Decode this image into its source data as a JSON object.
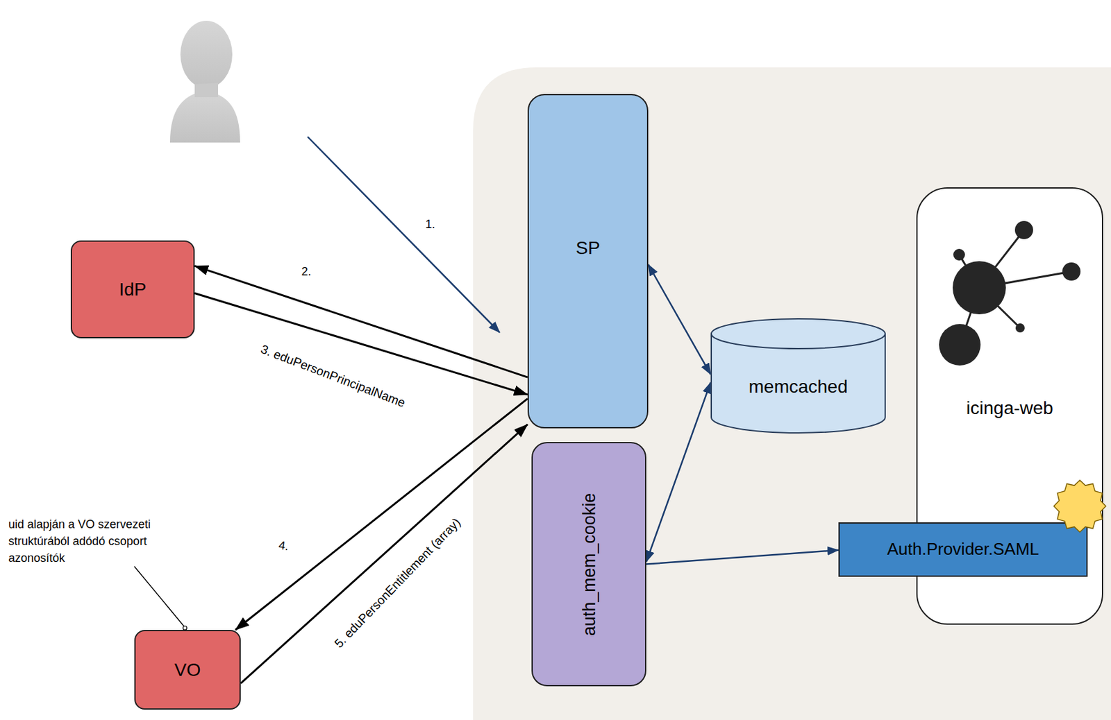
{
  "diagram": {
    "nodes": [
      {
        "text": [
          "IdP"
        ]
      },
      {
        "text": [
          "SP"
        ]
      },
      {
        "text": [
          "memcached"
        ]
      },
      {
        "text": [
          "icinga-web"
        ]
      },
      {
        "text": [
          "Auth.Provider.SAML"
        ]
      },
      {
        "text": [
          "auth_mem_cookie"
        ]
      },
      {
        "text": [
          "VO"
        ]
      }
    ],
    "edges": [
      {
        "from": 1,
        "to": 0,
        "arrow": "to",
        "label": "2."
      },
      {
        "from": 0,
        "to": 1,
        "arrow": "to",
        "label": "3. eduPersonPrincipalName"
      },
      {
        "from": 1,
        "to": 6,
        "arrow": "to",
        "label": "4."
      },
      {
        "from": 6,
        "to": 1,
        "arrow": "to",
        "label": "5. eduPersonEntitlement (array)"
      },
      {
        "from": 1,
        "to": 2,
        "arrow": "both"
      },
      {
        "from": 5,
        "to": 2,
        "arrow": "both"
      },
      {
        "from": 5,
        "to": 4,
        "arrow": "to"
      }
    ],
    "labels": [
      "1.",
      "uid alapján a VO szervezeti struktúrából adódó csoport azonosítók"
    ]
  }
}
